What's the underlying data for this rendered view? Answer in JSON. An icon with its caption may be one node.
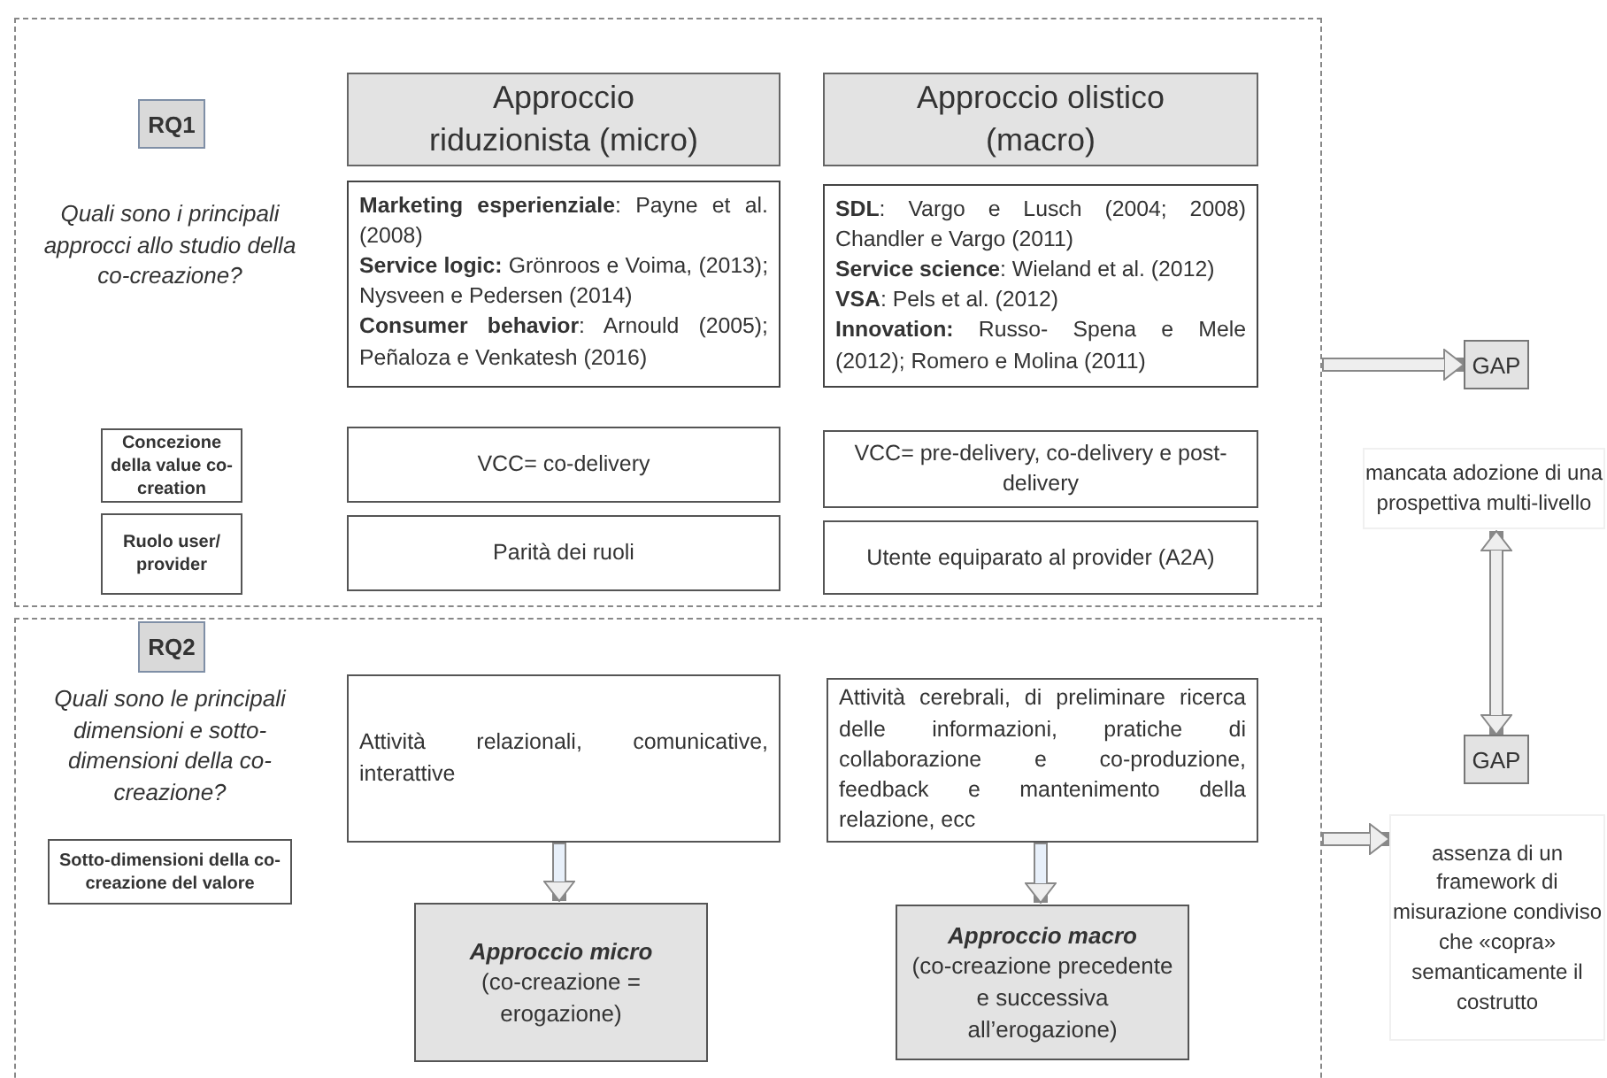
{
  "diagram": {
    "nodes": [
      {
        "text": [],
        "shape": "box"
      },
      {
        "text": [
          "RQ1"
        ],
        "in": 0
      },
      {
        "text": [
          "Approccio riduzionista (micro)"
        ],
        "in": 0
      },
      {
        "text": [
          "Approccio olistico (macro)"
        ],
        "in": 0
      },
      {
        "text": [
          "**Marketing esperienziale**: Payne et al. (2008)",
          "**Service logic:** Grönroos e Voima, (2013); Nysveen e Pedersen (2014)",
          "**Consumer behavior**: Arnould (2005); Peñaloza e Venkatesh (2016)"
        ],
        "in": 0
      },
      {
        "text": [
          "**SDL**: Vargo e Lusch (2004; 2008) Chandler e Vargo (2011)",
          "**Service science**: Wieland et al. (2012)",
          "**VSA**: Pels et al. (2012)",
          "**Innovation:** Russo- Spena e Mele (2012); Romero e Molina (2011)"
        ],
        "in": 0
      },
      {
        "text": [
          "Concezione della value co- creation"
        ],
        "in": 0
      },
      {
        "text": [
          "VCC= co-delivery"
        ],
        "in": 0
      },
      {
        "text": [
          "VCC= pre-delivery, co-delivery e post-delivery"
        ],
        "in": 0
      },
      {
        "text": [
          "Ruolo user/ provider"
        ],
        "in": 0
      },
      {
        "text": [
          "Parità dei ruoli"
        ],
        "in": 0
      },
      {
        "text": [
          "Utente equiparato al provider (A2A)"
        ],
        "in": 0
      },
      {
        "text": [],
        "shape": "box"
      },
      {
        "text": [
          "RQ2"
        ],
        "in": 12
      },
      {
        "text": [
          "Attività relazionali, comunicative, interattive"
        ],
        "in": 12
      },
      {
        "text": [
          "Attività cerebrali, di preliminare ricerca delle informazioni, pratiche di collaborazione e co-produzione, feedback e mantenimento della relazione, ecc"
        ],
        "in": 12
      },
      {
        "text": [
          "Sotto-dimensioni della co-creazione del valore"
        ],
        "in": 12
      },
      {
        "text": [
          "Approccio micro",
          "(co-creazione = erogazione)"
        ],
        "in": 12
      },
      {
        "text": [
          "Approccio macro",
          "(co-creazione precedente e successiva all’erogazione)"
        ],
        "in": 12
      },
      {
        "text": [
          "GAP"
        ]
      },
      {
        "text": [
          "mancata adozione di una prospettiva multi-livello"
        ]
      },
      {
        "text": [
          "GAP"
        ]
      },
      {
        "text": [
          "assenza di un framework di misurazione condiviso che «copra» semanticamente il costrutto"
        ]
      }
    ],
    "edges": [
      {
        "from": 0,
        "to": 19,
        "arrow": "to"
      },
      {
        "from": 20,
        "to": 21,
        "arrow": "both"
      },
      {
        "from": 12,
        "to": 22,
        "arrow": "to"
      },
      {
        "from": 14,
        "to": 17,
        "arrow": "to"
      },
      {
        "from": 15,
        "to": 18,
        "arrow": "to"
      }
    ],
    "labels": [
      "Quali sono i principali approcci allo studio della co-creazione?",
      "Quali sono le principali dimensioni e sotto-dimensioni della co-creazione?"
    ]
  }
}
